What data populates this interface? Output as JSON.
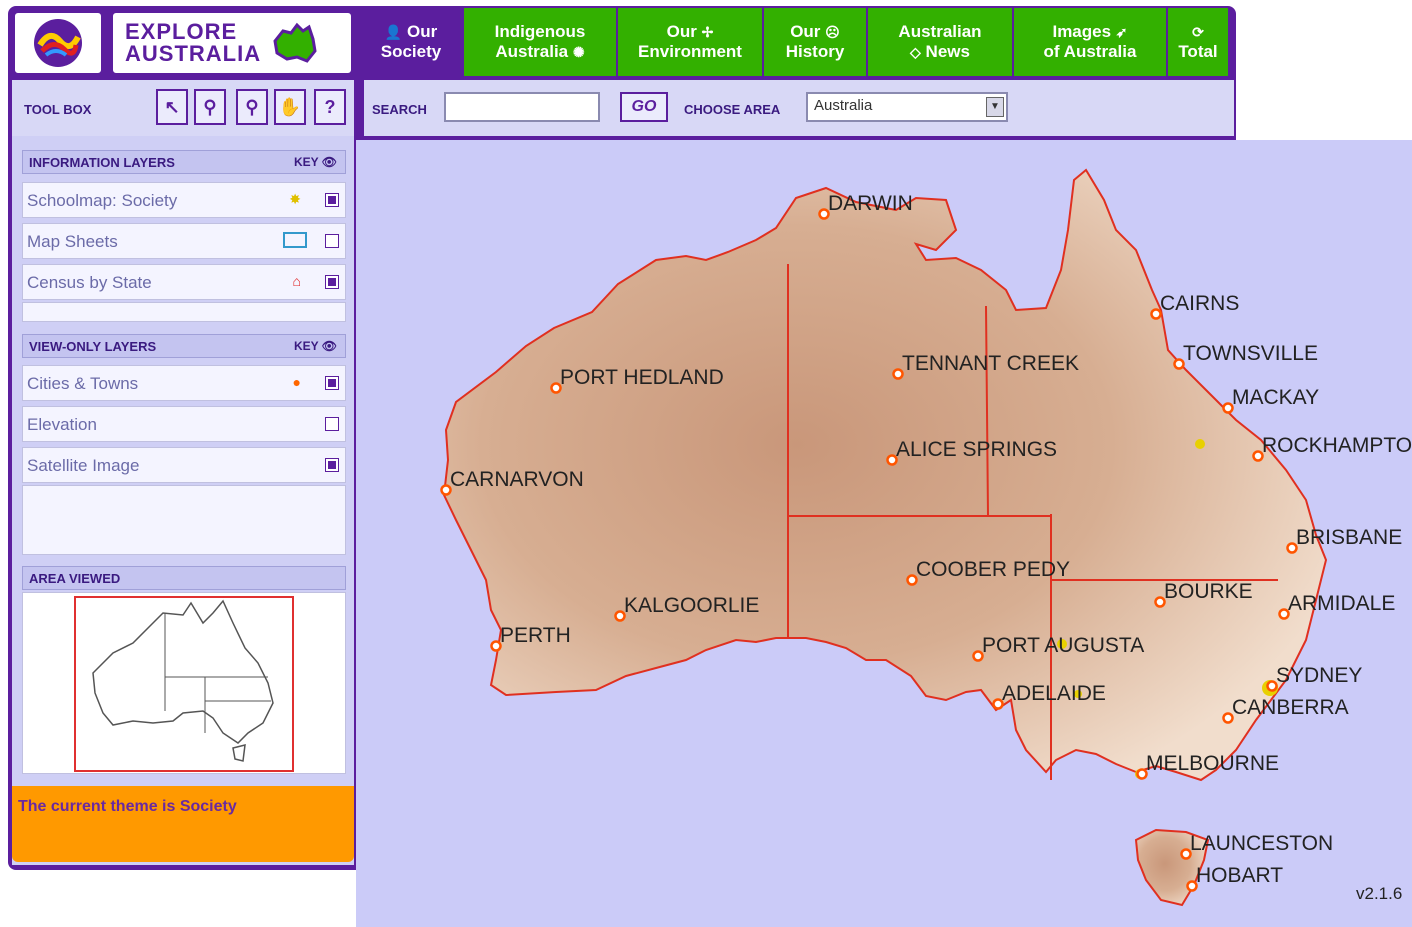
{
  "brand": {
    "line1": "EXPLORE",
    "line2": "AUSTRALIA"
  },
  "nav": {
    "tabs": [
      {
        "l1": "Our",
        "l2": "Society",
        "active": true
      },
      {
        "l1": "Indigenous",
        "l2": "Australia"
      },
      {
        "l1": "Our",
        "l2": "Environment"
      },
      {
        "l1": "Our",
        "l2": "History"
      },
      {
        "l1": "Australian",
        "l2": "News"
      },
      {
        "l1": "Images",
        "l2": "of Australia"
      },
      {
        "l1": "",
        "l2": "Total"
      }
    ]
  },
  "toolbar": {
    "toolbox_label": "TOOL BOX",
    "search_label": "SEARCH",
    "search_value": "",
    "go_label": "GO",
    "choose_area_label": "CHOOSE AREA",
    "area_selected": "Australia"
  },
  "info_layers": {
    "title": "INFORMATION LAYERS",
    "key_label": "KEY",
    "items": [
      {
        "label": "Schoolmap: Society",
        "checked": true
      },
      {
        "label": "Map Sheets",
        "checked": false
      },
      {
        "label": "Census by State",
        "checked": true
      }
    ]
  },
  "view_layers": {
    "title": "VIEW-ONLY LAYERS",
    "key_label": "KEY",
    "items": [
      {
        "label": "Cities & Towns",
        "checked": true
      },
      {
        "label": "Elevation",
        "checked": false
      },
      {
        "label": "Satellite Image",
        "checked": true
      }
    ]
  },
  "area_viewed": {
    "title": "AREA VIEWED"
  },
  "theme": {
    "text": "The current theme is Society"
  },
  "map": {
    "cities": [
      {
        "name": "DARWIN"
      },
      {
        "name": "CAIRNS"
      },
      {
        "name": "TOWNSVILLE"
      },
      {
        "name": "TENNANT CREEK"
      },
      {
        "name": "PORT HEDLAND"
      },
      {
        "name": "MACKAY"
      },
      {
        "name": "ALICE SPRINGS"
      },
      {
        "name": "ROCKHAMPTON"
      },
      {
        "name": "CARNARVON"
      },
      {
        "name": "BRISBANE"
      },
      {
        "name": "COOBER PEDY"
      },
      {
        "name": "BOURKE"
      },
      {
        "name": "ARMIDALE"
      },
      {
        "name": "KALGOORLIE"
      },
      {
        "name": "PERTH"
      },
      {
        "name": "PORT AUGUSTA"
      },
      {
        "name": "SYDNEY"
      },
      {
        "name": "ADELAIDE"
      },
      {
        "name": "CANBERRA"
      },
      {
        "name": "MELBOURNE"
      },
      {
        "name": "LAUNCESTON"
      },
      {
        "name": "HOBART"
      }
    ],
    "version": "v2.1.6"
  },
  "colors": {
    "purple": "#5b1e9e",
    "green": "#33b000",
    "orange": "#ff9900",
    "sea": "#cbcbf8"
  }
}
